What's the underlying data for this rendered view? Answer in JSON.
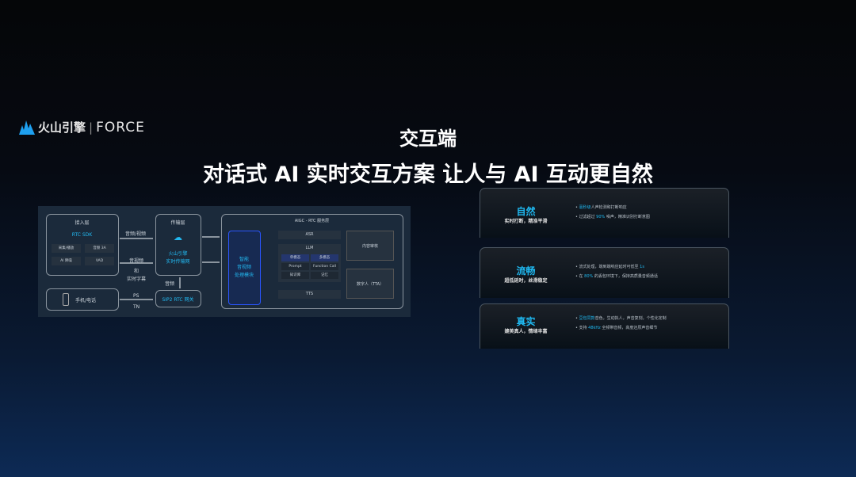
{
  "logo": {
    "brand": "火山引擎",
    "separator": "|",
    "product": "FORCE"
  },
  "title": {
    "line1": "交互端",
    "line2": "对话式 AI 实时交互方案 让人与 AI 互动更自然"
  },
  "diagram": {
    "access_layer": {
      "title": "接入层",
      "sdk": "RTC SDK",
      "cells": [
        "采集/播放",
        "音频 3A",
        "AI 降噪",
        "VAD"
      ]
    },
    "phone": "手机/电话",
    "pstn": [
      "PS",
      "TN"
    ],
    "network_layer": {
      "title": "传输层",
      "name_line1": "火山引擎",
      "name_line2": "实时传输网"
    },
    "sip_gateway": "SIP2 RTC 网关",
    "labels": {
      "up": "音频/视频",
      "down1": "音视频",
      "down2": "和",
      "down3": "实时字幕",
      "audio": "音频"
    },
    "service_layer": {
      "title": "AIGC - RTC 服务层",
      "module": [
        "智能",
        "音视频",
        "处理模块"
      ],
      "asr": "ASR",
      "llm": "LLM",
      "llm_cells": [
        "单模态",
        "多模态",
        "Prompt",
        "Function Call",
        "知识库",
        "记忆"
      ],
      "tts": "TTS",
      "audit": "内容审核",
      "digital_human": "数字人（TTA）"
    }
  },
  "cards": [
    {
      "heading": "自然",
      "sub": "实时打断，精准平滑",
      "bullets": [
        {
          "hl": "毫秒级",
          "text": "人声检测和打断响应"
        },
        {
          "pre": "过滤超过 ",
          "hl": "90%",
          "text": " 噪声，精准识别打断意图"
        }
      ]
    },
    {
      "heading": "流畅",
      "sub": "超低延时，丝滑稳定",
      "bullets": [
        {
          "pre": "流式处理，端到端响应延时可低至 ",
          "hl": "1s",
          "text": ""
        },
        {
          "pre": "在 ",
          "hl": "80%",
          "text": " 的丢包环境下，保持高质量音频通话"
        }
      ]
    },
    {
      "heading": "真实",
      "sub": "媲美真人，情绪丰富",
      "bullets": [
        {
          "hl": "豆包同款",
          "text": "音色，生动拟人，声音复刻，个性化定制"
        },
        {
          "pre": "支持 ",
          "hl": "48kHz",
          "text": " 全频带音频，高度还原声音细节"
        }
      ]
    }
  ]
}
